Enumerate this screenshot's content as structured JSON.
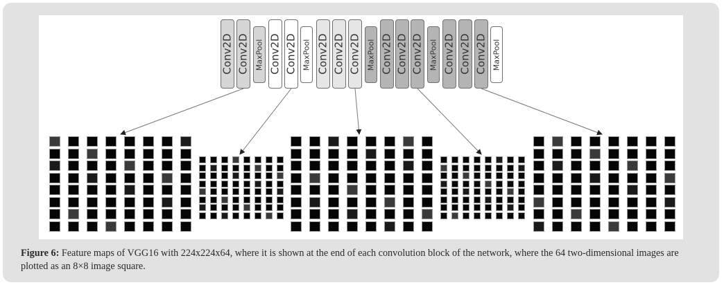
{
  "figure": {
    "layers": [
      {
        "label": "Conv2D",
        "type": "conv",
        "block": 1,
        "color": "#d6d6d6"
      },
      {
        "label": "Conv2D",
        "type": "conv",
        "block": 1,
        "color": "#d6d6d6"
      },
      {
        "label": "MaxPool",
        "type": "pool",
        "block": 1,
        "color": "#d6d6d6"
      },
      {
        "label": "Conv2D",
        "type": "conv",
        "block": 2,
        "color": "#ffffff"
      },
      {
        "label": "Conv2D",
        "type": "conv",
        "block": 2,
        "color": "#ffffff"
      },
      {
        "label": "MaxPool",
        "type": "pool",
        "block": 2,
        "color": "#ffffff"
      },
      {
        "label": "Conv2D",
        "type": "conv",
        "block": 3,
        "color": "#e6e6e6"
      },
      {
        "label": "Conv2D",
        "type": "conv",
        "block": 3,
        "color": "#e6e6e6"
      },
      {
        "label": "Conv2D",
        "type": "conv",
        "block": 3,
        "color": "#e6e6e6"
      },
      {
        "label": "MaxPool",
        "type": "pool",
        "block": 3,
        "color": "#b4b4b4"
      },
      {
        "label": "Conv2D",
        "type": "conv",
        "block": 4,
        "color": "#b4b4b4"
      },
      {
        "label": "Conv2D",
        "type": "conv",
        "block": 4,
        "color": "#b4b4b4"
      },
      {
        "label": "Conv2D",
        "type": "conv",
        "block": 4,
        "color": "#b4b4b4"
      },
      {
        "label": "MaxPool",
        "type": "pool",
        "block": 4,
        "color": "#b4b4b4"
      },
      {
        "label": "Conv2D",
        "type": "conv",
        "block": 5,
        "color": "#b4b4b4"
      },
      {
        "label": "Conv2D",
        "type": "conv",
        "block": 5,
        "color": "#b4b4b4"
      },
      {
        "label": "Conv2D",
        "type": "conv",
        "block": 5,
        "color": "#b4b4b4"
      },
      {
        "label": "MaxPool",
        "type": "pool",
        "block": 5,
        "color": "#ffffff"
      }
    ],
    "feature_maps": [
      {
        "block": 1,
        "rows": 8,
        "cols": 8,
        "from_layer": 1
      },
      {
        "block": 2,
        "rows": 8,
        "cols": 8,
        "from_layer": 4
      },
      {
        "block": 3,
        "rows": 8,
        "cols": 8,
        "from_layer": 8
      },
      {
        "block": 4,
        "rows": 8,
        "cols": 8,
        "from_layer": 12
      },
      {
        "block": 5,
        "rows": 8,
        "cols": 8,
        "from_layer": 16
      }
    ]
  },
  "caption": {
    "label": "Figure 6:",
    "text": " Feature maps of VGG16 with 224x224x64, where it is shown at the end of each convolution block of the network, where the 64 two-dimensional images are plotted as an 8×8 image square."
  }
}
